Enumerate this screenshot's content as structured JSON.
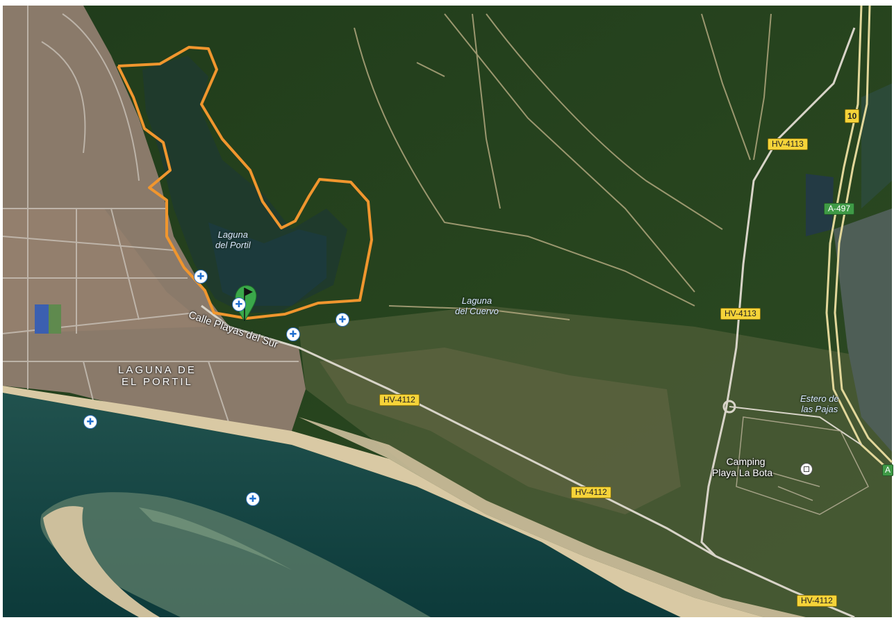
{
  "map": {
    "labels": {
      "laguna_portil": [
        "Laguna",
        "del Portil"
      ],
      "laguna_cuervo": [
        "Laguna",
        "del Cuervo"
      ],
      "estero": [
        "Estero de",
        "las Pajas"
      ],
      "camping": [
        "Camping",
        "Playa La Bota"
      ],
      "district": [
        "LAGUNA DE",
        "EL PORTIL"
      ],
      "street": "Calle Playas del Sur"
    },
    "shields": {
      "hv4113_top": "HV-4113",
      "hv4113_mid": "HV-4113",
      "hv4112_a": "HV-4112",
      "hv4112_b": "HV-4112",
      "hv4112_c": "HV-4112",
      "a497": "A-497",
      "a_partial": "A",
      "ten": "10"
    },
    "route_color": "#f0962e",
    "marker_color": "#3aa84a",
    "shield_color": "#f5d339",
    "poi_color": "#1f6fd0"
  }
}
